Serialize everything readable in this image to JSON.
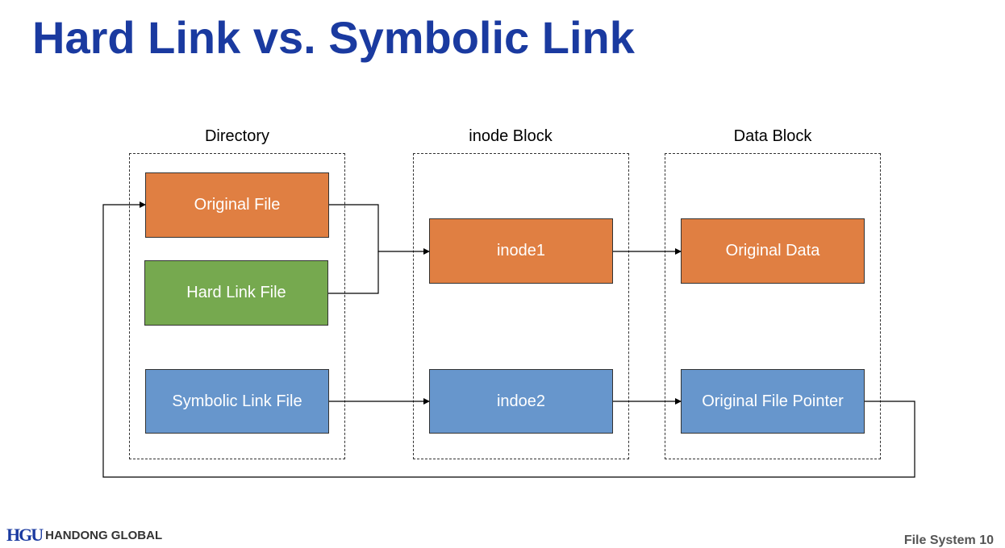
{
  "slide": {
    "title": "Hard Link vs. Symbolic Link"
  },
  "groups": {
    "directory": "Directory",
    "inode_block": "inode Block",
    "data_block": "Data Block"
  },
  "nodes": {
    "original_file": "Original File",
    "hard_link_file": "Hard Link File",
    "symbolic_link_file": "Symbolic Link File",
    "inode1": "inode1",
    "inode2": "indoe2",
    "original_data": "Original Data",
    "original_file_pointer": "Original File Pointer"
  },
  "colors": {
    "title": "#1a3aa0",
    "orange": "#e07f42",
    "green": "#76a94f",
    "blue": "#6796cc"
  },
  "footer": {
    "logo_mark": "HGU",
    "logo_text": "HANDONG GLOBAL",
    "page_info": "File System   10"
  }
}
